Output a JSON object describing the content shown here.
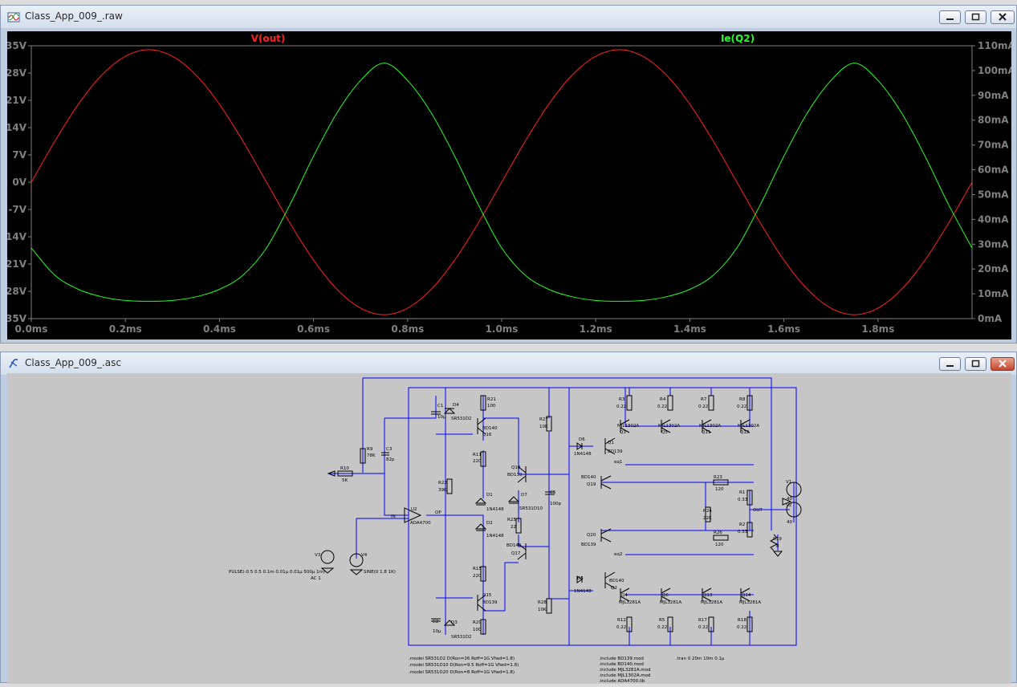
{
  "waveform_window": {
    "title": "Class_App_009_.raw",
    "icon": "waveform-icon",
    "buttons": [
      "minimize-icon",
      "restore-icon",
      "close-icon"
    ]
  },
  "schematic_window": {
    "title": "Class_App_009_.asc",
    "icon": "schematic-icon",
    "buttons": [
      "minimize-icon",
      "restore-icon",
      "close-icon"
    ]
  },
  "colors": {
    "trace_vout": "#ff2020",
    "trace_ie": "#20ff20",
    "wire": "#0000ff",
    "component": "#000000",
    "plot_bg": "#000000",
    "schematic_bg": "#c6c6c6"
  },
  "chart_data": {
    "type": "line",
    "x": {
      "unit": "ms",
      "range": [
        0,
        2.0
      ],
      "ticks": [
        "0.0ms",
        "0.2ms",
        "0.4ms",
        "0.6ms",
        "0.8ms",
        "1.0ms",
        "1.2ms",
        "1.4ms",
        "1.6ms",
        "1.8ms"
      ]
    },
    "y_left": {
      "range": [
        -35,
        35
      ],
      "ticks": [
        "35V",
        "28V",
        "21V",
        "14V",
        "7V",
        "0V",
        "-7V",
        "-14V",
        "-21V",
        "-28V",
        "-35V"
      ]
    },
    "y_right": {
      "range": [
        0,
        110
      ],
      "ticks": [
        "110mA",
        "100mA",
        "90mA",
        "80mA",
        "70mA",
        "60mA",
        "50mA",
        "40mA",
        "30mA",
        "20mA",
        "10mA",
        "0mA"
      ]
    },
    "grid": false,
    "series": [
      {
        "name": "V(out)",
        "axis": "left",
        "color": "#ff2020",
        "x": [
          0,
          0.05,
          0.1,
          0.15,
          0.2,
          0.25,
          0.3,
          0.35,
          0.4,
          0.45,
          0.5,
          0.55,
          0.6,
          0.65,
          0.7,
          0.75,
          0.8,
          0.85,
          0.9,
          0.95,
          1.0,
          1.05,
          1.1,
          1.15,
          1.2,
          1.25,
          1.3,
          1.35,
          1.4,
          1.45,
          1.5,
          1.55,
          1.6,
          1.65,
          1.7,
          1.75,
          1.8,
          1.85,
          1.9,
          1.95,
          2.0
        ],
        "y": [
          0,
          10.5,
          20.0,
          27.5,
          32.3,
          34.0,
          32.3,
          27.5,
          20.0,
          10.5,
          0,
          -10.5,
          -20.0,
          -27.5,
          -32.3,
          -34.0,
          -32.3,
          -27.5,
          -20.0,
          -10.5,
          0,
          10.5,
          20.0,
          27.5,
          32.3,
          34.0,
          32.3,
          27.5,
          20.0,
          10.5,
          0,
          -10.5,
          -20.0,
          -27.5,
          -32.3,
          -34.0,
          -32.3,
          -27.5,
          -20.0,
          -10.5,
          0
        ]
      },
      {
        "name": "Ie(Q2)",
        "axis": "right",
        "color": "#20ff20",
        "x": [
          0,
          0.05,
          0.1,
          0.15,
          0.2,
          0.25,
          0.3,
          0.35,
          0.4,
          0.45,
          0.5,
          0.55,
          0.6,
          0.65,
          0.7,
          0.75,
          0.8,
          0.85,
          0.9,
          0.95,
          1.0,
          1.05,
          1.1,
          1.15,
          1.2,
          1.25,
          1.3,
          1.35,
          1.4,
          1.45,
          1.5,
          1.55,
          1.6,
          1.65,
          1.7,
          1.75,
          1.8,
          1.85,
          1.9,
          1.95,
          2.0
        ],
        "y": [
          28.5,
          17.5,
          11.8,
          8.8,
          7.3,
          7.0,
          7.3,
          8.8,
          11.8,
          17.5,
          28.5,
          46.0,
          65.5,
          83.0,
          96.0,
          103.0,
          96.0,
          83.0,
          65.5,
          46.0,
          28.5,
          17.5,
          11.8,
          8.8,
          7.3,
          7.0,
          7.3,
          8.8,
          11.8,
          17.5,
          28.5,
          46.0,
          65.5,
          83.0,
          96.0,
          103.0,
          96.0,
          83.0,
          65.5,
          46.0,
          28.5
        ]
      }
    ]
  },
  "schematic": {
    "labels": {
      "r21": "R21",
      "r21v": "100",
      "q16": "Q16",
      "q16m": "BD140",
      "c1": "C1",
      "c1v": "10µ",
      "d4": "D4",
      "d4m": "SR531D2",
      "r27": "R27",
      "r27v": "10K",
      "d6": "D6",
      "d6m": "1N4148",
      "q1": "Q1",
      "q1m": "BD139",
      "eq1": "eq1",
      "r9": "R9",
      "r9v": "78K",
      "c3": "C3",
      "c3v": "82p",
      "r10": "R10",
      "r10v": "5K",
      "r11": "R11",
      "r11v": "220",
      "q18": "Q18",
      "q18m": "BD139",
      "r22": "R22",
      "r22v": "39K",
      "d7": "D7",
      "d7m": "SR531D10",
      "c5": "C5",
      "c5v": "100p",
      "q19": "Q19",
      "q19m": "BD140",
      "d1": "D1",
      "d1m": "1N4148",
      "d2": "D2",
      "d2m": "1N4148",
      "u2": "U2",
      "u2m": "ADA4700",
      "in": "IN",
      "op": "OP",
      "r25": "R25",
      "r25v": "22",
      "q17": "Q17",
      "q17m": "BD140",
      "q20": "Q20",
      "q20m": "BD139",
      "r23": "R23",
      "r23v": "120",
      "r24": "R24",
      "r24v": "22K",
      "r26": "R26",
      "r26v": "120",
      "r1": "R1",
      "r1v": "0.33",
      "r2": "R2",
      "r2v": "0.33",
      "out": "OUT",
      "r19": "R19",
      "r19v": "8",
      "v1": "V1",
      "v1v": "40",
      "v2": "V2",
      "v2v": "40",
      "v3": "V3",
      "v4": "V4",
      "pulse": "PULSE(-0.5 0.5 0.1m 0.01µ 0.01µ 500µ 1m)",
      "ac": "AC 1",
      "sine": "SINE(0 1.8 1K)",
      "r15": "R15",
      "r15v": "220",
      "q15": "Q15",
      "q15m": "BD139",
      "c2": "C2",
      "c2v": "10µ",
      "d3": "D3",
      "d3m": "SR531D2",
      "r20": "R20",
      "r20v": "100",
      "r28": "R28",
      "r28v": "10K",
      "d5": "D5",
      "d5m": "1N4148",
      "q2": "Q2",
      "q2m": "BD140",
      "eq2": "eq2",
      "r3": "R3",
      "r3v": "0.22",
      "q3": "Q3",
      "q3m": "MJL1302A",
      "r4": "R4",
      "r4v": "0.22",
      "q5": "Q5",
      "q5m": "MJL1302A",
      "r7": "R7",
      "r7v": "0.22",
      "q11": "Q11",
      "q11m": "MJL1302A",
      "r8": "R8",
      "r8v": "0.22",
      "q12": "Q12",
      "q12m": "MJL1302A",
      "q4": "Q4",
      "q4m": "MJL3281A",
      "r12": "R12",
      "r12v": "0.22",
      "q6": "Q6",
      "q6m": "MJL3281A",
      "r5": "R5",
      "r5v": "0.22",
      "q13": "Q13",
      "q13m": "MJL3281A",
      "r17": "R17",
      "r17v": "0.22",
      "q14": "Q14",
      "q14m": "MJL3281A",
      "r18": "R18",
      "r18v": "0.22"
    },
    "directives": {
      "model1": ".model SR531D2 D(Ron=26 Roff=1G Vfwd=1.8)",
      "model2": ".model SR531D10 D(Ron=9.5 Roff=1G Vfwd=1.8)",
      "model3": ".model SR531D20 D(Ron=8 Roff=1G Vfwd=1.8)",
      "inc1": ".include BD139.mod",
      "inc2": ".include BD140.mod",
      "inc3": ".include MJL3281A.mod",
      "inc4": ".include MJL1302A.mod",
      "inc5": ".include ADA4700.lib",
      "tran": ".tran 0 20m 10m 0.1µ"
    }
  }
}
